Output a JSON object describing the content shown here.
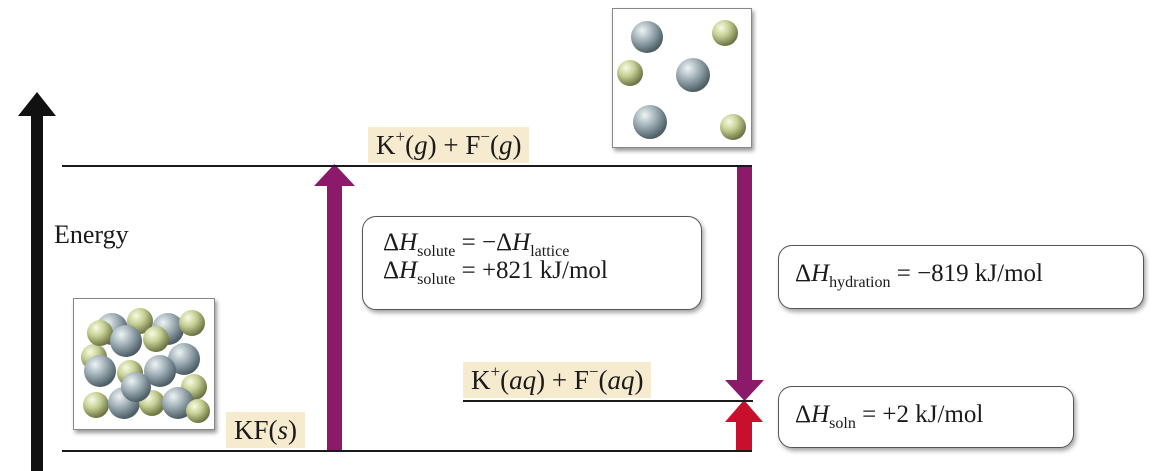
{
  "axis": {
    "label": "Energy"
  },
  "states": {
    "gas_ions": {
      "k": "K",
      "k_charge": "+",
      "k_phase": "g",
      "plus": "+",
      "f": "F",
      "f_charge": "−",
      "f_phase": "g"
    },
    "aqueous_ions": {
      "k": "K",
      "k_charge": "+",
      "k_phase": "aq",
      "plus": "+",
      "f": "F",
      "f_charge": "−",
      "f_phase": "aq"
    },
    "solid": {
      "formula": "KF",
      "phase": "s"
    }
  },
  "callouts": {
    "solute": {
      "line1": {
        "delta": "Δ",
        "H": "H",
        "sub_left": "solute",
        "eq": "= −Δ",
        "H2": "H",
        "sub_right": "lattice"
      },
      "line2": {
        "delta": "Δ",
        "H": "H",
        "sub": "solute",
        "eq": "= +821 kJ/mol"
      }
    },
    "hydration": {
      "delta": "Δ",
      "H": "H",
      "sub": "hydration",
      "eq": "= −819 kJ/mol"
    },
    "soln": {
      "delta": "Δ",
      "H": "H",
      "sub": "soln",
      "eq": "= +2 kJ/mol"
    }
  },
  "colors": {
    "purple_arrow": "#8b1a6b",
    "red_arrow": "#c8102e",
    "label_bg": "#f6ebcf",
    "ion_k": "#98a8b0",
    "ion_f": "#c3cc8a"
  },
  "icons": {
    "energy_axis": "up-arrow-icon",
    "solute_arrow": "up-arrow-icon",
    "hydration_arrow": "down-arrow-icon",
    "soln_arrow": "up-arrow-icon",
    "separated_ions": "dispersed-ions-illustration",
    "crystal": "ionic-crystal-illustration"
  }
}
